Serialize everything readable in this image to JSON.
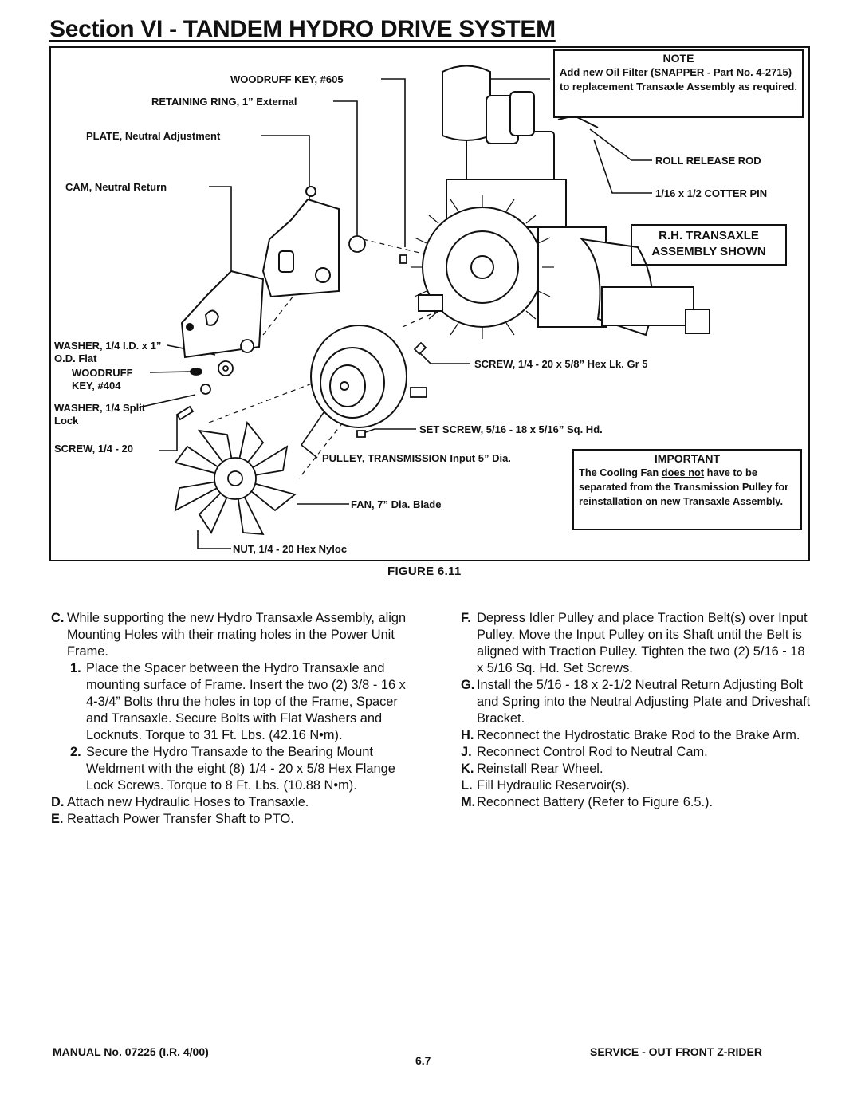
{
  "header": {
    "title": "Section VI - TANDEM HYDRO DRIVE SYSTEM"
  },
  "figure": {
    "caption": "FIGURE 6.11",
    "labels": {
      "woodruff_key_605": "WOODRUFF KEY, #605",
      "retaining_ring": "RETAINING RING, 1” External",
      "plate_neutral": "PLATE, Neutral Adjustment",
      "cam_neutral": "CAM, Neutral Return",
      "washer_flat": "WASHER, 1/4 I.D. x 1” O.D. Flat",
      "woodruff_key_404": "WOODRUFF KEY, #404",
      "washer_split": "WASHER, 1/4 Split Lock",
      "screw_14_20": "SCREW, 1/4 - 20",
      "roll_release_rod": "ROLL RELEASE ROD",
      "cotter_pin": "1/16 x 1/2 COTTER PIN",
      "screw_hex_lk": "SCREW, 1/4 - 20 x 5/8” Hex Lk. Gr 5",
      "set_screw": "SET SCREW, 5/16 - 18 x 5/16” Sq. Hd.",
      "pulley_transmission": "PULLEY, TRANSMISSION Input 5” Dia.",
      "fan": "FAN, 7” Dia. Blade",
      "nut": "NUT, 1/4 - 20 Hex Nyloc"
    },
    "note": {
      "heading": "NOTE",
      "text": "Add new Oil Filter (SNAPPER - Part No. 4-2715) to replacement Transaxle Assembly as required."
    },
    "rh_box": {
      "line1": "R.H. TRANSAXLE",
      "line2": "ASSEMBLY SHOWN"
    },
    "important": {
      "heading": "IMPORTANT",
      "text_before": "The Cooling Fan ",
      "text_emph": "does not",
      "text_after": " have to be separated from the Transmission Pulley for reinstallation on new Transaxle Assembly."
    }
  },
  "steps_left": [
    {
      "key": "C.",
      "text": "While supporting the new Hydro Transaxle Assembly, align Mounting Holes with their mating holes in the Power Unit Frame."
    },
    {
      "key": "1.",
      "text": "Place the Spacer between the Hydro Transaxle and mounting surface of Frame. Insert the two (2) 3/8 - 16 x 4-3/4” Bolts thru the holes in top of the Frame, Spacer and Transaxle. Secure Bolts with Flat Washers and Locknuts. Torque to 31 Ft. Lbs. (42.16 N•m)."
    },
    {
      "key": "2.",
      "text": "Secure the Hydro Transaxle to the Bearing Mount Weldment with the eight (8) 1/4 - 20 x 5/8 Hex Flange Lock Screws. Torque to 8 Ft. Lbs. (10.88 N•m)."
    },
    {
      "key": "D.",
      "text": "Attach new Hydraulic Hoses to Transaxle."
    },
    {
      "key": "E.",
      "text": "Reattach Power Transfer Shaft to PTO."
    }
  ],
  "steps_right": [
    {
      "key": "F.",
      "text": "Depress Idler Pulley and place Traction Belt(s) over Input Pulley. Move the Input Pulley on its Shaft until the Belt is aligned with Traction Pulley. Tighten the two (2) 5/16 - 18 x 5/16 Sq. Hd. Set Screws."
    },
    {
      "key": "G.",
      "text": "Install the 5/16 - 18 x 2-1/2 Neutral Return Adjusting Bolt and Spring into the Neutral Adjusting Plate and Driveshaft Bracket."
    },
    {
      "key": "H.",
      "text": "Reconnect the Hydrostatic Brake Rod to the Brake Arm."
    },
    {
      "key": "J.",
      "text": "Reconnect Control Rod to Neutral Cam."
    },
    {
      "key": "K.",
      "text": "Reinstall Rear Wheel."
    },
    {
      "key": "L.",
      "text": "Fill Hydraulic Reservoir(s)."
    },
    {
      "key": "M.",
      "text": "Reconnect Battery (Refer to Figure 6.5.)."
    }
  ],
  "footer": {
    "manual": "MANUAL No. 07225 (I.R. 4/00)",
    "page": "6.7",
    "product": "SERVICE - OUT FRONT Z-RIDER"
  }
}
